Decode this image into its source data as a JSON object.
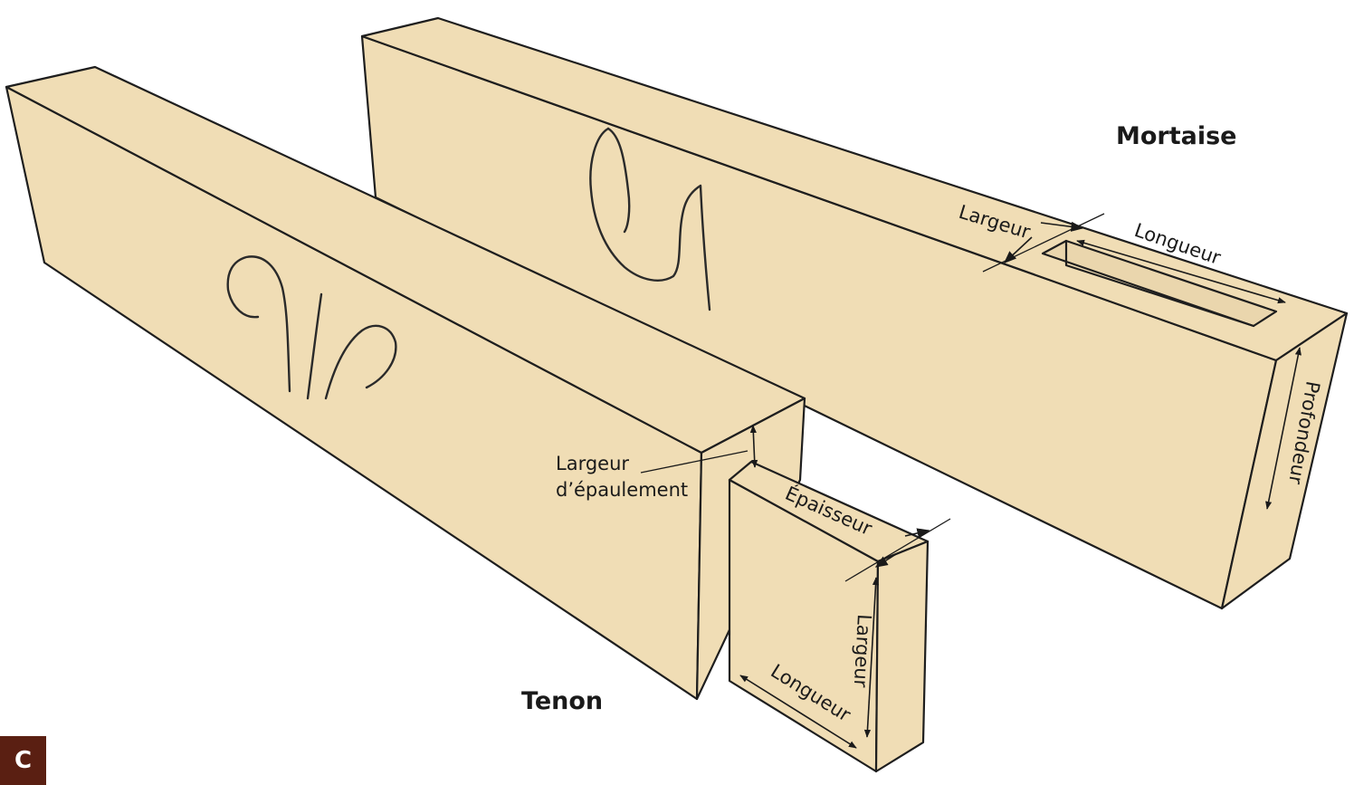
{
  "figure": {
    "badge": "C",
    "mortise": {
      "title": "Mortaise",
      "labels": {
        "width": "Largeur",
        "length": "Longueur",
        "depth": "Profondeur"
      }
    },
    "tenon": {
      "title": "Tenon",
      "labels": {
        "shoulder_line1": "Largeur",
        "shoulder_line2": "d’épaulement",
        "thickness": "Épaisseur",
        "width": "Largeur",
        "length": "Longueur"
      }
    }
  }
}
